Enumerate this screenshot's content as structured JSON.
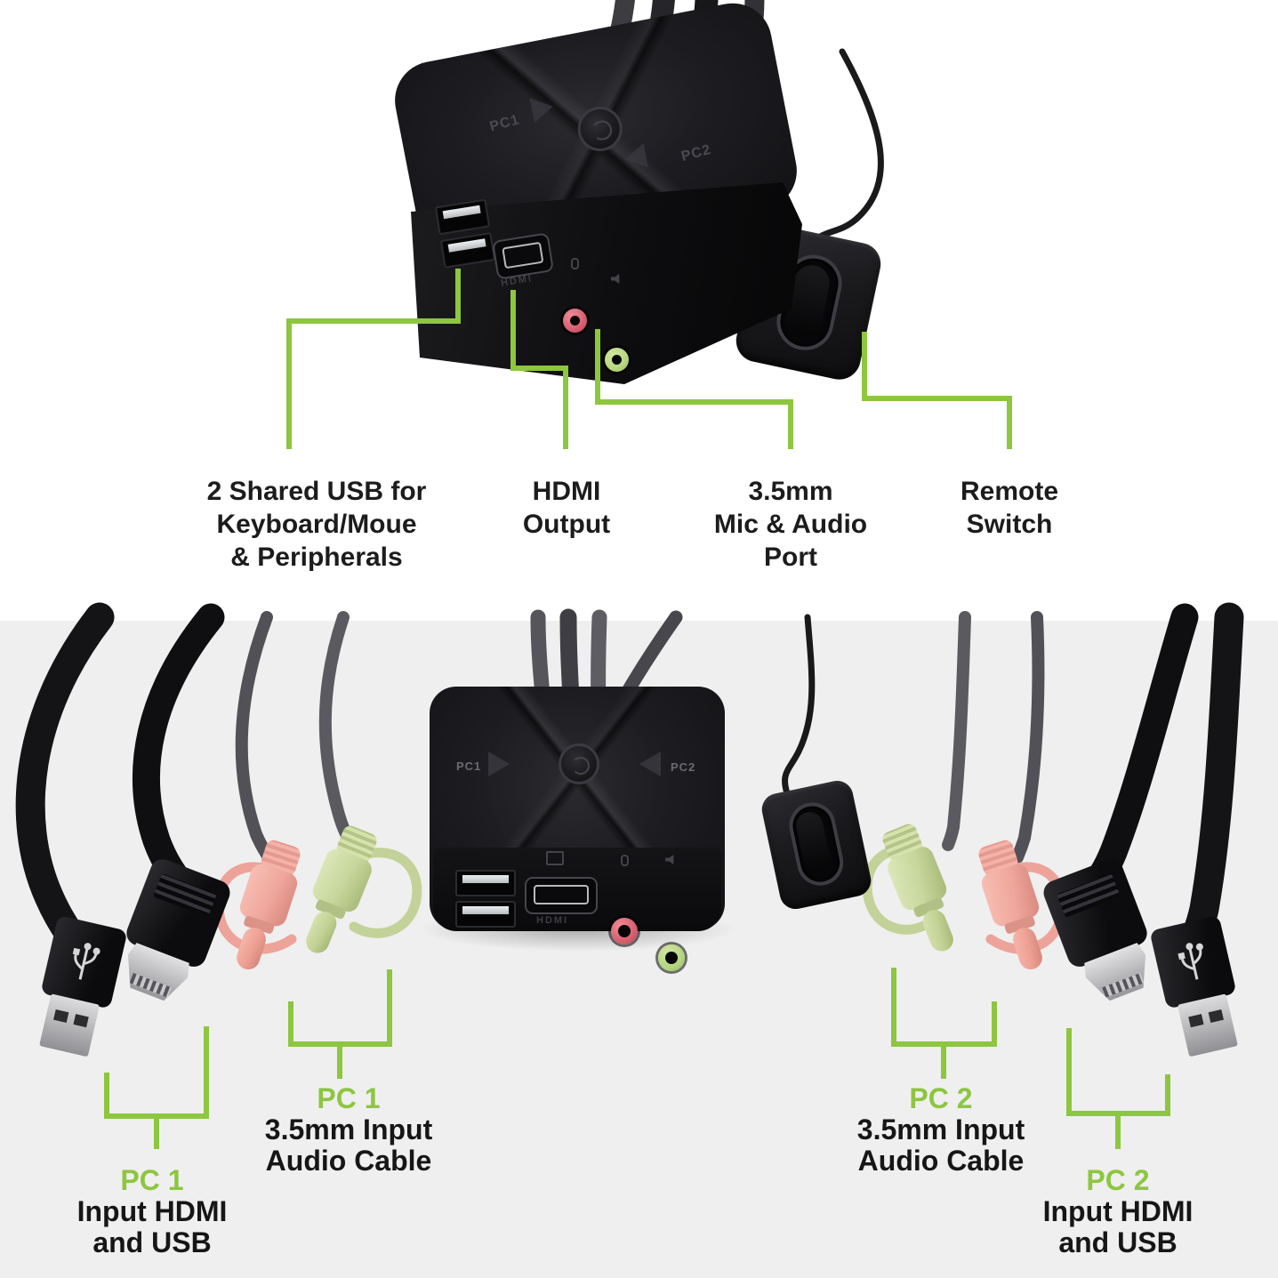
{
  "colors": {
    "accent_green": "#8dc63f",
    "top_bg": "#ffffff",
    "bottom_bg": "#efefef",
    "label_text": "#1c1c1c",
    "pink_plug": "#f0a79c",
    "green_plug": "#c7d69c",
    "mic_jack_ring": "#d75f6e",
    "audio_jack_ring": "#b5d67f",
    "cable_black": "#141416",
    "cable_gray": "#55555b"
  },
  "top_section": {
    "device": {
      "port1_label": "PC1",
      "port2_label": "PC2",
      "hdmi_marking": "HDMI"
    },
    "callouts": [
      {
        "id": "shared-usb",
        "lines": [
          "2 Shared USB for",
          "Keyboard/Moue",
          "& Peripherals"
        ]
      },
      {
        "id": "hdmi-output",
        "lines": [
          "HDMI",
          "Output"
        ]
      },
      {
        "id": "mic-audio",
        "lines": [
          "3.5mm",
          "Mic & Audio",
          "Port"
        ]
      },
      {
        "id": "remote-switch",
        "lines": [
          "Remote",
          "Switch"
        ]
      }
    ]
  },
  "bottom_section": {
    "device": {
      "port1_label": "PC1",
      "port2_label": "PC2",
      "hdmi_marking": "HDMI"
    },
    "labels": [
      {
        "id": "pc1-hdmi-usb",
        "tag": "PC 1",
        "lines": [
          "Input HDMI",
          "and USB"
        ]
      },
      {
        "id": "pc1-audio",
        "tag": "PC 1",
        "lines": [
          "3.5mm Input",
          "Audio Cable"
        ]
      },
      {
        "id": "pc2-audio",
        "tag": "PC 2",
        "lines": [
          "3.5mm Input",
          "Audio Cable"
        ]
      },
      {
        "id": "pc2-hdmi-usb",
        "tag": "PC 2",
        "lines": [
          "Input HDMI",
          "and USB"
        ]
      }
    ]
  }
}
